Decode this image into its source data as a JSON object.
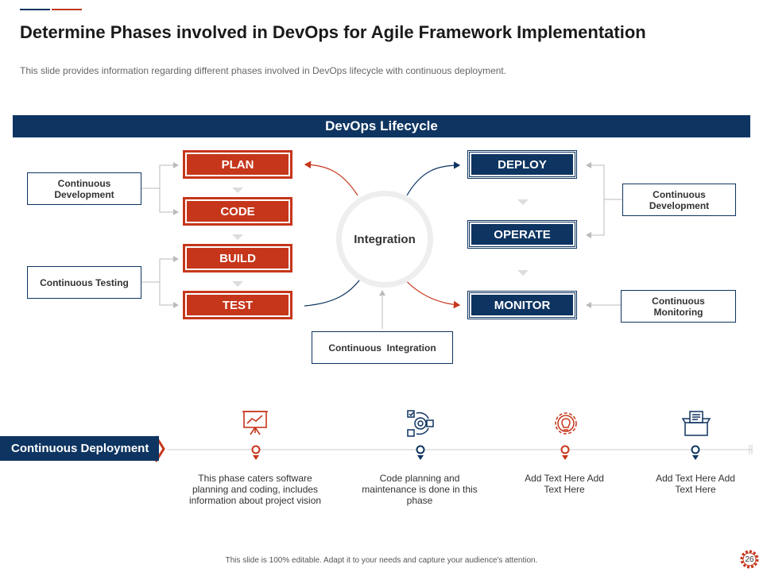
{
  "title": "Determine Phases involved in DevOps for Agile Framework Implementation",
  "subtitle": "This slide provides information regarding different phases involved in DevOps lifecycle with continuous deployment.",
  "banner": "DevOps Lifecycle",
  "left_phases": [
    "PLAN",
    "CODE",
    "BUILD",
    "TEST"
  ],
  "right_phases": [
    "DEPLOY",
    "OPERATE",
    "MONITOR"
  ],
  "center_label": "Integration",
  "notes": {
    "left_top": "Continuous Development",
    "left_bottom": "Continuous Testing",
    "right_top": "Continuous Development",
    "right_bottom": "Continuous Monitoring",
    "bottom_center": "Continuous  Integration"
  },
  "deployment": {
    "label": "Continuous Deployment",
    "steps": [
      {
        "icon": "presentation-board-icon",
        "text": "This phase caters software planning and coding, includes information about project vision",
        "color": "#c6361b"
      },
      {
        "icon": "target-checklist-icon",
        "text": "Code planning and maintenance is done in this phase",
        "color": "#0e3461"
      },
      {
        "icon": "gear-bulb-icon",
        "text": "Add Text Here Add Text Here",
        "color": "#c6361b"
      },
      {
        "icon": "open-box-icon",
        "text": "Add Text Here Add Text Here",
        "color": "#0e3461"
      }
    ]
  },
  "footer": "This slide is 100% editable.  Adapt it to your needs and capture your audience's attention.",
  "page_number": "26",
  "colors": {
    "navy": "#0e3461",
    "red": "#c6361b"
  }
}
